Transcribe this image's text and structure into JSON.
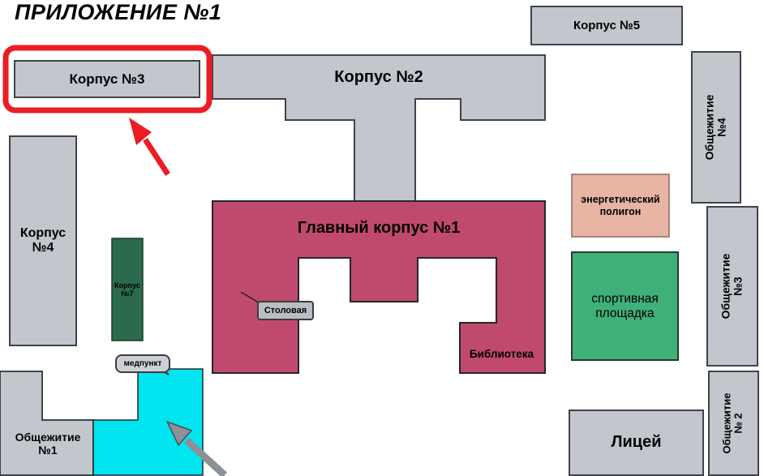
{
  "title": "ПРИЛОЖЕНИЕ №1",
  "buildings": {
    "korpus3": "Корпус №3",
    "korpus2": "Корпус №2",
    "korpus5": "Корпус №5",
    "korpus4": "Корпус\n№4",
    "korpus7": "Корпус\n№7",
    "main": "Главный корпус №1",
    "stolovaya": "Столовая",
    "biblioteka": "Библиотека",
    "medpunkt": "медпункт",
    "energy": "энергетический\nполигон",
    "sport": "спортивная\nплощадка",
    "licey": "Лицей",
    "dorm1": "Общежитие\n№1",
    "dorm2": "Общежитие\n№ 2",
    "dorm3": "Общежитие\n№3",
    "dorm4": "Общежитие\n№4"
  },
  "colors": {
    "building_gray": "#c3c7cd",
    "main_building_pink": "#c04a6e",
    "korpus7_green": "#2b6a4d",
    "sport_green": "#3fb078",
    "energy_salmon": "#e8b4a4",
    "cyan_building": "#00e5ef",
    "highlight_red": "#ec1c24",
    "arrow_gray": "#8b919b"
  }
}
